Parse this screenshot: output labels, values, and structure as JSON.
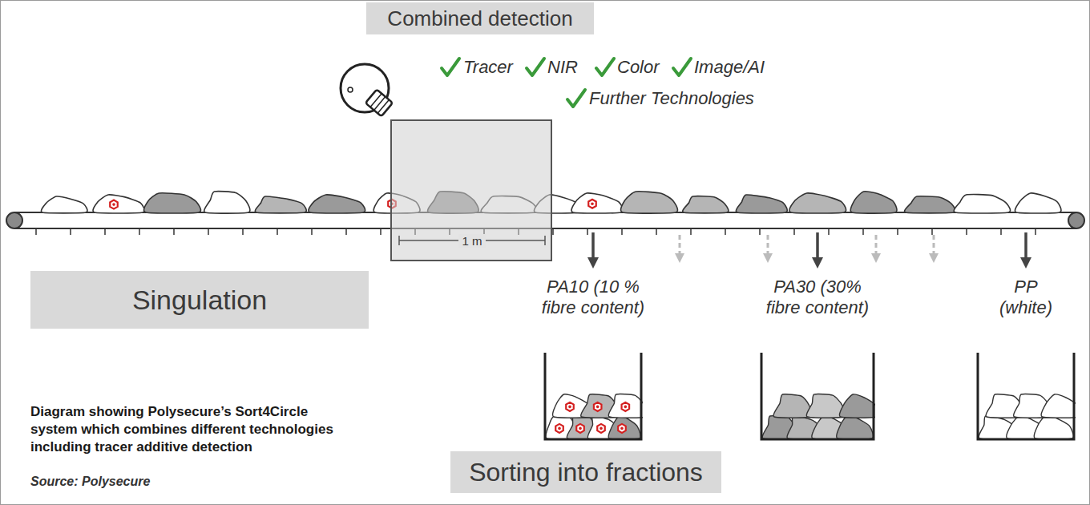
{
  "diagram": {
    "caption": "Diagram showing Polysecure’s Sort4Circle system which combines different technologies including tracer additive detection",
    "nodes": [
      {
        "text": [
          "Combined detection"
        ]
      },
      {
        "text": [
          "Singulation"
        ]
      },
      {
        "text": [
          "PA10 (10 % fibre content)"
        ]
      },
      {
        "text": [
          "PA30 (30% fibre content)"
        ]
      },
      {
        "text": [
          "PP (white)"
        ]
      },
      {
        "text": [
          "Sorting into fractions"
        ]
      }
    ],
    "labels": [
      "Tracer",
      "NIR",
      "Color",
      "Image/AI",
      "Further Technologies",
      "1 m",
      "Source: Polysecure"
    ]
  }
}
